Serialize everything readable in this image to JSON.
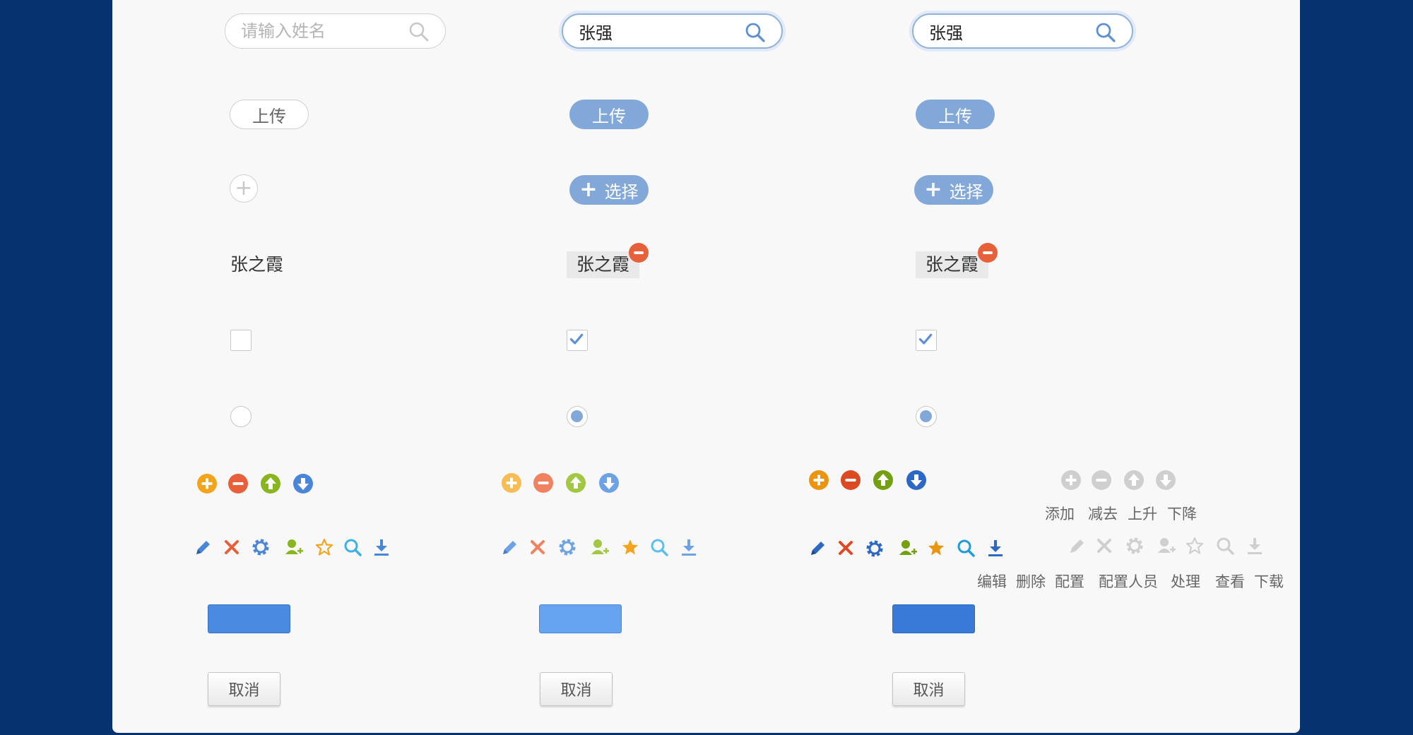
{
  "search": {
    "placeholder": "请输入姓名",
    "value": "张强"
  },
  "upload": {
    "label": "上传"
  },
  "select": {
    "label": "选择"
  },
  "tag": {
    "name": "张之霞"
  },
  "icon_labels": {
    "add": "添加",
    "subtract": "减去",
    "up": "上升",
    "down": "下降"
  },
  "tool_labels": {
    "edit": "编辑",
    "delete": "删除",
    "config": "配置",
    "config_people": "配置人员",
    "handle": "处理",
    "view": "查看",
    "download": "下载"
  },
  "cancel": {
    "label": "取消"
  },
  "colors": {
    "background": "#063370",
    "panel": "#f8f8f8",
    "accent": "#82a8da",
    "orange": "#f3a41b",
    "red": "#e8603a",
    "green": "#88b61f",
    "blue": "#4a86d8",
    "primary_normal": "#4a8ae0",
    "primary_hover": "#66a3f1",
    "primary_active": "#3a7ad7"
  }
}
